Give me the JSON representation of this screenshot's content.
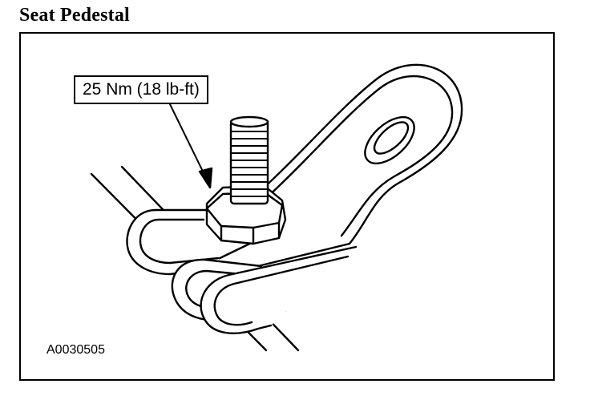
{
  "title": "Seat Pedestal",
  "callout": {
    "torque": "25 Nm (18 lb-ft)"
  },
  "figure_code": "A0030505",
  "colors": {
    "line": "#000000",
    "background": "#ffffff"
  },
  "icons": {
    "hex-nut": "hex-nut-icon",
    "threaded-stud": "threaded-stud-icon",
    "mounting-bracket": "bracket-icon"
  }
}
